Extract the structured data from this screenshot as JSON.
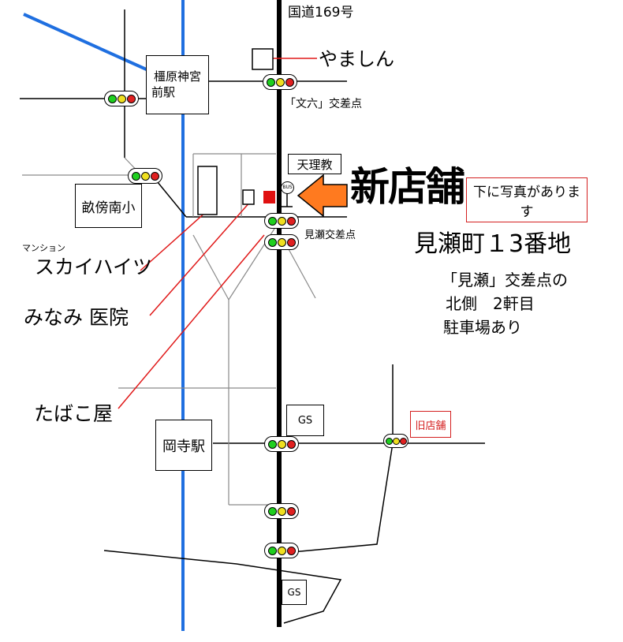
{
  "route": {
    "label": "国道169号"
  },
  "stations": {
    "kashihara": {
      "line1": "橿原神宮",
      "line2": "前駅"
    },
    "okadera": {
      "label": "岡寺駅"
    }
  },
  "school": {
    "label": "畝傍南小"
  },
  "landmarks": {
    "yamashin": "やましん",
    "tenrikyo": "天理教",
    "mansion_small": "マンション",
    "skyheights": "スカイハイツ",
    "minami_clinic": "みなみ 医院",
    "tobacco_shop": "たばこ屋"
  },
  "intersections": {
    "bunroku": "「文六」交差点",
    "mise": "見瀬交差点"
  },
  "new_store": {
    "title": "新店舗",
    "photo_note": "下に写真があります",
    "address": "見瀬町１3番地",
    "directions": [
      "「見瀬」交差点の",
      "北側　2軒目",
      "駐車場あり"
    ]
  },
  "old_store": {
    "label": "旧店舗"
  },
  "gas_stations": {
    "upper": "GS",
    "lower": "GS"
  },
  "bus_stop": {
    "label": "BUS"
  },
  "colors": {
    "railway": "#1f6fe0",
    "road": "#000000",
    "minor_road": "#8a8a8a",
    "leader": "#e01818",
    "arrow_fill": "#ff7a1f",
    "store_marker": "#e01010",
    "lamp_green": "#1fcf1f",
    "lamp_yellow": "#f0e020",
    "lamp_red": "#e02020"
  }
}
